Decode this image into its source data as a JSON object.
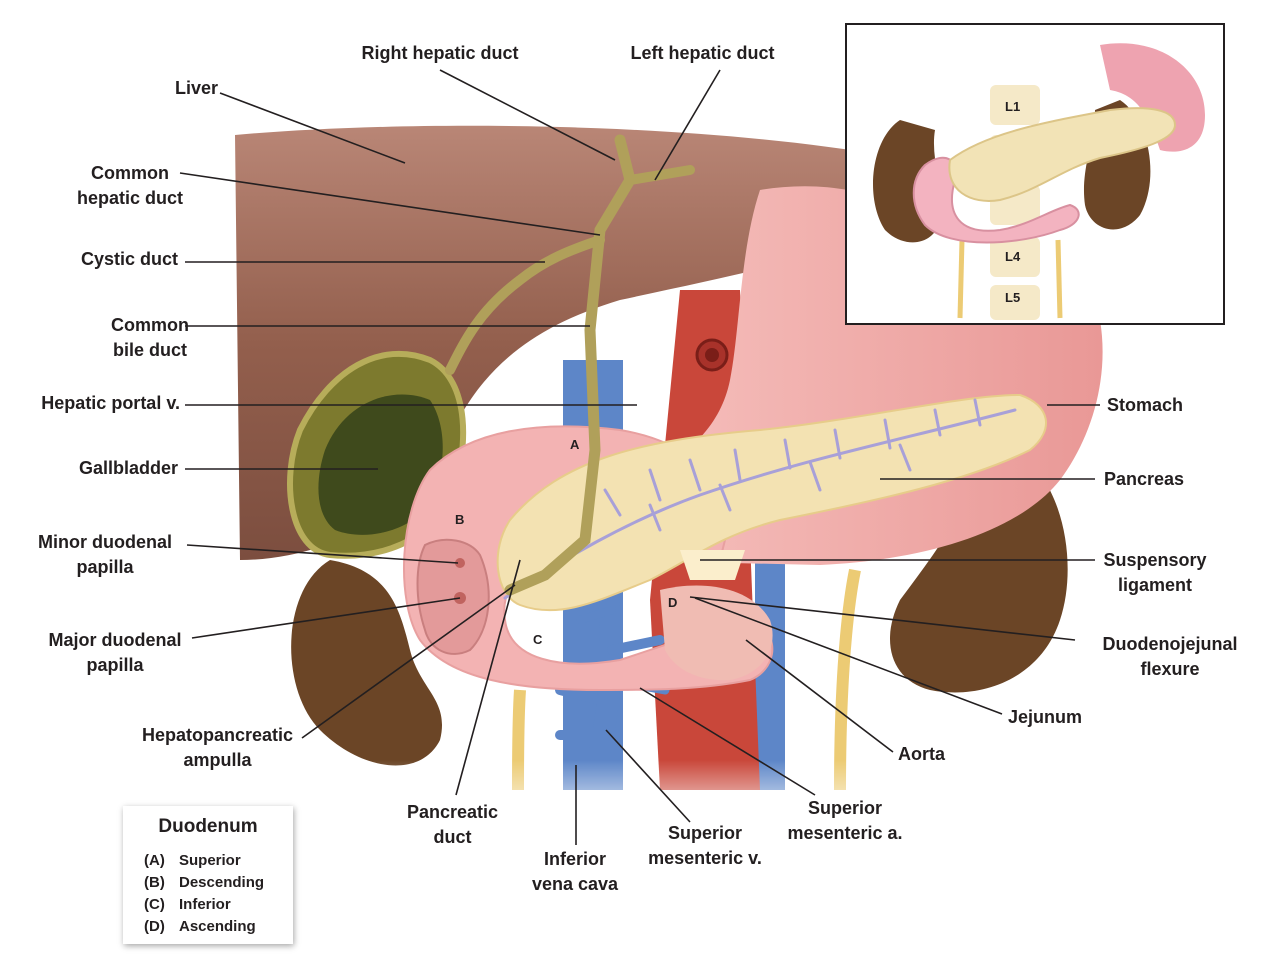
{
  "labels": {
    "liver": [
      "Liver"
    ],
    "right_hepatic_duct": [
      "Right hepatic duct"
    ],
    "left_hepatic_duct": [
      "Left hepatic duct"
    ],
    "common_hepatic_duct": [
      "Common",
      "hepatic duct"
    ],
    "cystic_duct": [
      "Cystic duct"
    ],
    "common_bile_duct": [
      "Common",
      "bile duct"
    ],
    "hepatic_portal_v": [
      "Hepatic portal v."
    ],
    "gallbladder": [
      "Gallbladder"
    ],
    "minor_papilla": [
      "Minor duodenal",
      "papilla"
    ],
    "major_papilla": [
      "Major duodenal",
      "papilla"
    ],
    "ampulla": [
      "Hepatopancreatic",
      "ampulla"
    ],
    "pancreatic_duct": [
      "Pancreatic",
      "duct"
    ],
    "ivc": [
      "Inferior",
      "vena cava"
    ],
    "smv": [
      "Superior",
      "mesenteric v."
    ],
    "sma": [
      "Superior",
      "mesenteric a."
    ],
    "aorta": [
      "Aorta"
    ],
    "jejunum": [
      "Jejunum"
    ],
    "dj_flexure": [
      "Duodenojejunal",
      "flexure"
    ],
    "suspensory_ligament": [
      "Suspensory",
      "ligament"
    ],
    "pancreas": [
      "Pancreas"
    ],
    "stomach": [
      "Stomach"
    ]
  },
  "segments": {
    "a": "A",
    "b": "B",
    "c": "C",
    "d": "D"
  },
  "inset": {
    "l1": "L1",
    "l4": "L4",
    "l5": "L5"
  },
  "legend": {
    "title": "Duodenum",
    "rows": [
      {
        "key": "(A)",
        "value": "Superior"
      },
      {
        "key": "(B)",
        "value": "Descending"
      },
      {
        "key": "(C)",
        "value": "Inferior"
      },
      {
        "key": "(D)",
        "value": "Ascending"
      }
    ]
  },
  "colors": {
    "liver": "#8f5a48",
    "gallbladder": "#7d7a2e",
    "duct": "#b0a05a",
    "duodenum": "#f3b3b3",
    "pancreas": "#f3e2b2",
    "kidney": "#6b4526",
    "vein": "#5d86c8",
    "artery": "#c9473a",
    "ureter": "#eccb74"
  }
}
